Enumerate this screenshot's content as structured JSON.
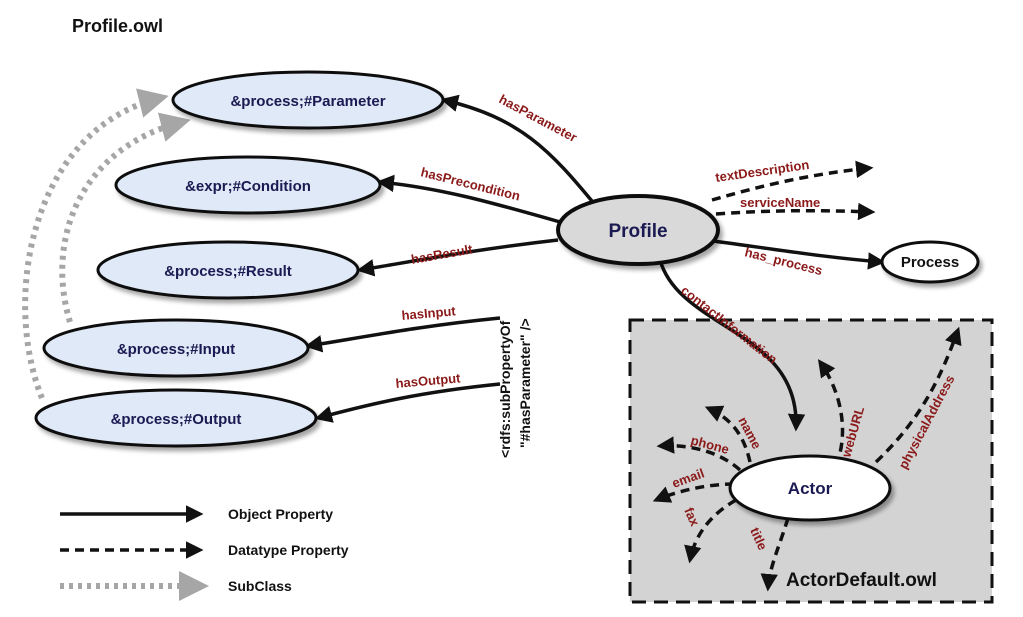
{
  "title": "Profile.owl",
  "nodes": {
    "profile": "Profile",
    "parameter": "&process;#Parameter",
    "condition": "&expr;#Condition",
    "result": "&process;#Result",
    "input": "&process;#Input",
    "output": "&process;#Output",
    "process": "Process",
    "actor": "Actor"
  },
  "edges": {
    "hasParameter": "hasParameter",
    "hasPrecondition": "hasPrecondition",
    "hasResult": "hasResult",
    "hasInput": "hasInput",
    "hasOutput": "hasOutput",
    "textDescription": "textDescription",
    "serviceName": "serviceName",
    "has_process": "has_process",
    "contactInformation": "contactInformation",
    "name": "name",
    "phone": "phone",
    "email": "email",
    "fax": "fax",
    "title": "title",
    "webURL": "webURL",
    "physicalAddress": "physicalAddress"
  },
  "subproperty_note": {
    "line1": "<rdfs:subPropertyOf",
    "line2": "\"#hasParameter\" />"
  },
  "actor_box_title": "ActorDefault.owl",
  "legend": {
    "object": "Object Property",
    "datatype": "Datatype Property",
    "subclass": "SubClass"
  },
  "colors": {
    "node_fill": "#dfe9f7",
    "profile_fill": "#d9d9d9",
    "edge_label": "#8b1a1a",
    "node_text": "#1c1a52",
    "box_fill": "#d3d3d3",
    "subclass_arrow": "#a6a6a6"
  }
}
